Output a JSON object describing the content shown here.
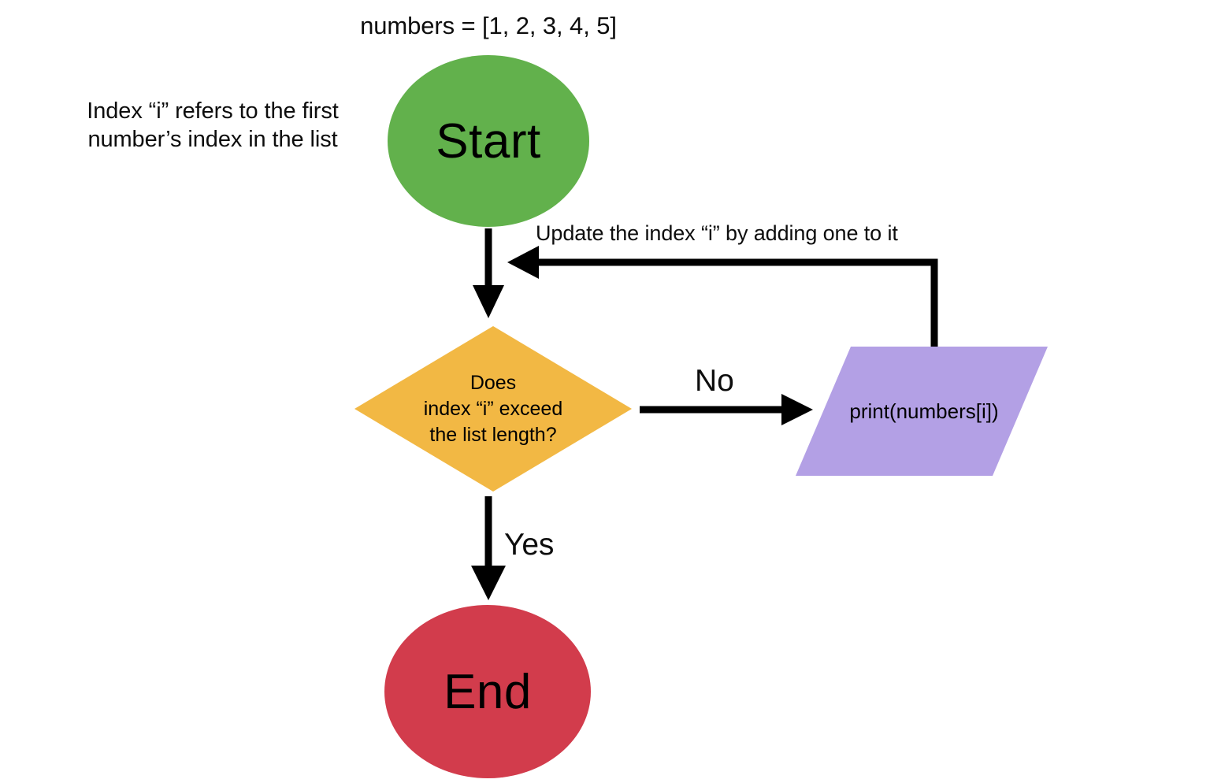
{
  "diagram": {
    "type": "flowchart",
    "title_note": "numbers = [1, 2, 3, 4, 5]",
    "background_color": "#FFFFFF",
    "annotations": [
      {
        "name": "index-note",
        "text": "Index “i” refers to the first\nnumber’s index in the list"
      },
      {
        "name": "update-note",
        "text": "Update the index “i” by adding one to it"
      }
    ],
    "nodes": [
      {
        "id": "start",
        "shape": "ellipse",
        "label": "Start",
        "color": "#62B14C"
      },
      {
        "id": "decision",
        "shape": "diamond",
        "label": "Does\nindex “i” exceed\nthe list length?",
        "line1": "Does",
        "line2": "index “i” exceed",
        "line3": "the list length?",
        "color": "#F2B844"
      },
      {
        "id": "process",
        "shape": "parallelogram",
        "label": "print(numbers[i])",
        "color": "#B3A0E5"
      },
      {
        "id": "end",
        "shape": "ellipse",
        "label": "End",
        "color": "#D23C4C"
      }
    ],
    "edges": [
      {
        "from": "start",
        "to": "decision",
        "label": ""
      },
      {
        "from": "decision",
        "to": "process",
        "label": "No"
      },
      {
        "from": "decision",
        "to": "end",
        "label": "Yes"
      },
      {
        "from": "process",
        "to": "decision",
        "label": "Update the index “i” by adding one to it"
      }
    ],
    "edge_labels": {
      "no": "No",
      "yes": "Yes"
    },
    "stroke_color": "#000000"
  }
}
